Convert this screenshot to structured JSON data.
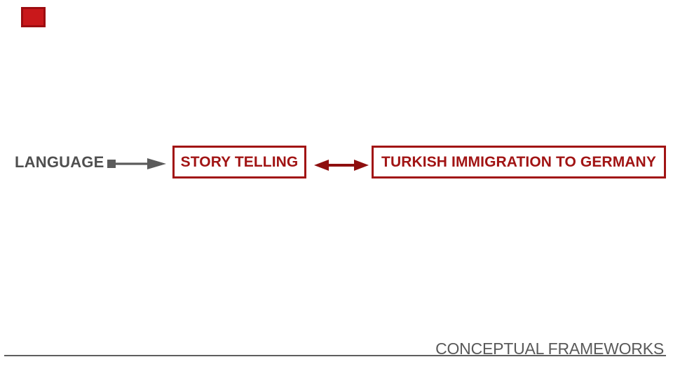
{
  "slide": {
    "background": "#ffffff",
    "accent_square": {
      "fill": "#c9181b",
      "border": "#9d0d10"
    },
    "diagram": {
      "source_label": "LANGUAGE",
      "node_storytelling": "STORY TELLING",
      "node_immigration": "TURKISH IMMIGRATION TO GERMANY",
      "gray_text_color": "#4f4f4f",
      "gray_arrow_color": "#5b5b5b",
      "red_box_color": "#a11414",
      "red_arrow_color": "#8e0f0f"
    },
    "footer": {
      "title": "CONCEPTUAL FRAMEWORKS",
      "text_color": "#595959",
      "rule_color": "#5e5e5e"
    }
  }
}
